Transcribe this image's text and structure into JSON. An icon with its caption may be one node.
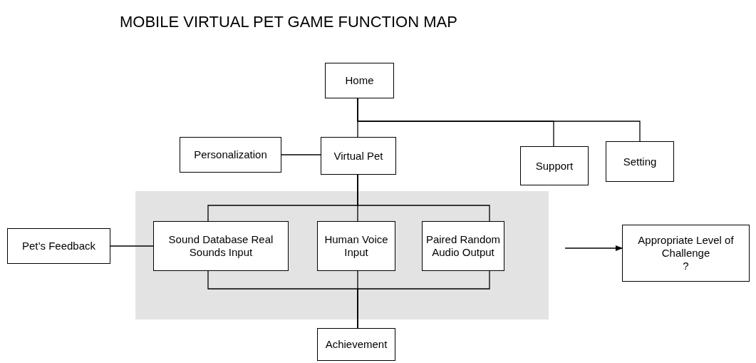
{
  "diagram": {
    "title": "MOBILE VIRTUAL PET GAME FUNCTION MAP",
    "nodes": [
      {
        "text": [
          "Home"
        ]
      },
      {
        "text": [
          "Personalization"
        ]
      },
      {
        "text": [
          "Virtual Pet"
        ]
      },
      {
        "text": [
          "Support"
        ]
      },
      {
        "text": [
          "Setting"
        ]
      },
      {
        "text": [],
        "shape": "box"
      },
      {
        "text": [
          "Sound Database Real Sounds Input"
        ],
        "in": 5
      },
      {
        "text": [
          "Human Voice Input"
        ],
        "in": 5
      },
      {
        "text": [
          "Paired Random Audio Output"
        ],
        "in": 5
      },
      {
        "text": [
          "Pet’s Feedback"
        ]
      },
      {
        "text": [
          "Appropriate Level of Challenge",
          "?"
        ]
      },
      {
        "text": [
          "Achievement"
        ]
      }
    ],
    "edges": [
      {
        "from": 0,
        "to": 2,
        "arrow": "none"
      },
      {
        "from": 0,
        "to": 3,
        "arrow": "none"
      },
      {
        "from": 0,
        "to": 4,
        "arrow": "none"
      },
      {
        "from": 1,
        "to": 2,
        "arrow": "none"
      },
      {
        "from": 2,
        "to": 6,
        "arrow": "none"
      },
      {
        "from": 2,
        "to": 7,
        "arrow": "none"
      },
      {
        "from": 2,
        "to": 8,
        "arrow": "none"
      },
      {
        "from": 6,
        "to": 11,
        "arrow": "none"
      },
      {
        "from": 7,
        "to": 11,
        "arrow": "none"
      },
      {
        "from": 8,
        "to": 11,
        "arrow": "none"
      },
      {
        "from": 9,
        "to": 6,
        "arrow": "none"
      },
      {
        "from": null,
        "to": 10,
        "arrow": "to"
      }
    ]
  }
}
